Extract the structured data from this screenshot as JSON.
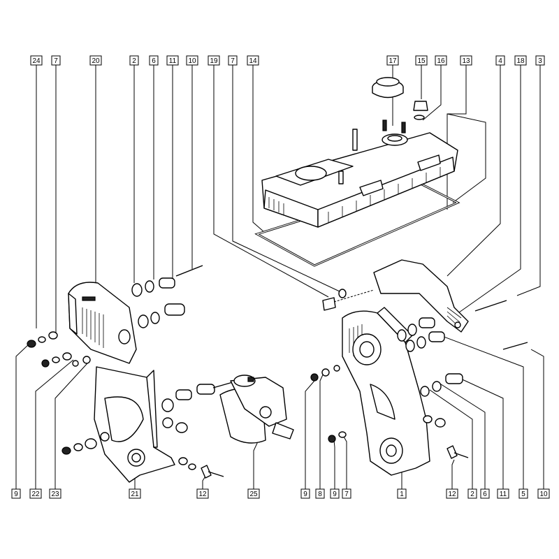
{
  "diagram": {
    "callouts_top": [
      {
        "id": "top-24",
        "text": "24"
      },
      {
        "id": "top-7a",
        "text": "7"
      },
      {
        "id": "top-20",
        "text": "20"
      },
      {
        "id": "top-2",
        "text": "2"
      },
      {
        "id": "top-6",
        "text": "6"
      },
      {
        "id": "top-11",
        "text": "11"
      },
      {
        "id": "top-10",
        "text": "10"
      },
      {
        "id": "top-19",
        "text": "19"
      },
      {
        "id": "top-7b",
        "text": "7"
      },
      {
        "id": "top-14",
        "text": "14"
      },
      {
        "id": "top-17",
        "text": "17"
      },
      {
        "id": "top-15",
        "text": "15"
      },
      {
        "id": "top-16",
        "text": "16"
      },
      {
        "id": "top-13",
        "text": "13"
      },
      {
        "id": "top-4",
        "text": "4"
      },
      {
        "id": "top-18",
        "text": "18"
      },
      {
        "id": "top-3",
        "text": "3"
      }
    ],
    "callouts_bottom": [
      {
        "id": "bot-9a",
        "text": "9"
      },
      {
        "id": "bot-22",
        "text": "22"
      },
      {
        "id": "bot-23",
        "text": "23"
      },
      {
        "id": "bot-21",
        "text": "21"
      },
      {
        "id": "bot-12a",
        "text": "12"
      },
      {
        "id": "bot-25",
        "text": "25"
      },
      {
        "id": "bot-9b",
        "text": "9"
      },
      {
        "id": "bot-8",
        "text": "8"
      },
      {
        "id": "bot-9c",
        "text": "9"
      },
      {
        "id": "bot-7",
        "text": "7"
      },
      {
        "id": "bot-1",
        "text": "1"
      },
      {
        "id": "bot-12b",
        "text": "12"
      },
      {
        "id": "bot-2",
        "text": "2"
      },
      {
        "id": "bot-6",
        "text": "6"
      },
      {
        "id": "bot-11",
        "text": "11"
      },
      {
        "id": "bot-5",
        "text": "5"
      },
      {
        "id": "bot-10",
        "text": "10"
      }
    ]
  }
}
